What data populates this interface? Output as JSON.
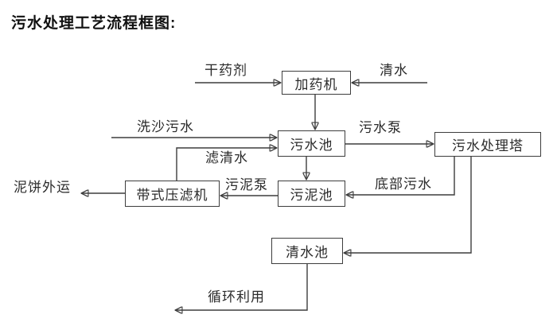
{
  "title": "污水处理工艺流程框图:",
  "nodes": {
    "dosing_machine": "加药机",
    "sewage_pool": "污水池",
    "treatment_tower": "污水处理塔",
    "belt_filter_press": "带式压滤机",
    "sludge_pool": "污泥池",
    "clean_water_pool": "清水池"
  },
  "labels": {
    "dry_agent": "干药剂",
    "clean_water": "清水",
    "sand_washing_sewage": "洗沙污水",
    "sewage_pump": "污水泵",
    "filtered_water": "滤清水",
    "mud_cake_out": "泥饼外运",
    "sludge_pump": "污泥泵",
    "bottom_sewage": "底部污水",
    "recycle_use": "循环利用"
  },
  "colors": {
    "background": "#ffffff",
    "line": "#3d3d3d",
    "text": "#2b2b2b",
    "title_text": "#111111"
  }
}
